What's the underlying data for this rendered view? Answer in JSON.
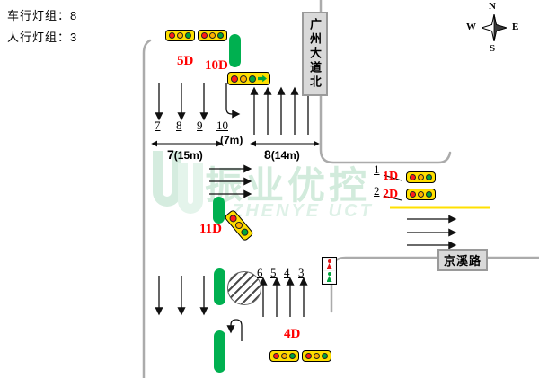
{
  "legend": {
    "vehicle_groups": "车行灯组：8",
    "pedestrian_groups": "人行灯组：3"
  },
  "compass": {
    "n": "N",
    "e": "E",
    "s": "S",
    "w": "W"
  },
  "signs": {
    "north_road": "广州大道北",
    "east_road": "京溪路"
  },
  "watermark": {
    "cn": "振业优控",
    "en": "ZHENYE UCT"
  },
  "light_labels": {
    "d5": "5D",
    "d10": "10D",
    "d1": "1D",
    "d2": "2D",
    "d11": "11D",
    "d4": "4D"
  },
  "lanes": {
    "top": [
      "7",
      "8",
      "9",
      "10"
    ],
    "bottom": [
      "6",
      "5",
      "4",
      "3"
    ],
    "right": [
      "1",
      "2"
    ]
  },
  "dimensions": {
    "left_num": "7",
    "left_dist": "(15m)",
    "middle": "(7m)",
    "right_num": "8",
    "right_dist": "(14m)"
  },
  "colors": {
    "signal_body": "#ffdf00",
    "bulb_red": "#ff1a1a",
    "bulb_yellow": "#ffb000",
    "bulb_green": "#00a43c",
    "median_green": "#00b050",
    "road_edge": "#ababab",
    "center_line": "#ffe000",
    "label_red": "#ff0000",
    "watermark_green": "#d2ebdc"
  }
}
